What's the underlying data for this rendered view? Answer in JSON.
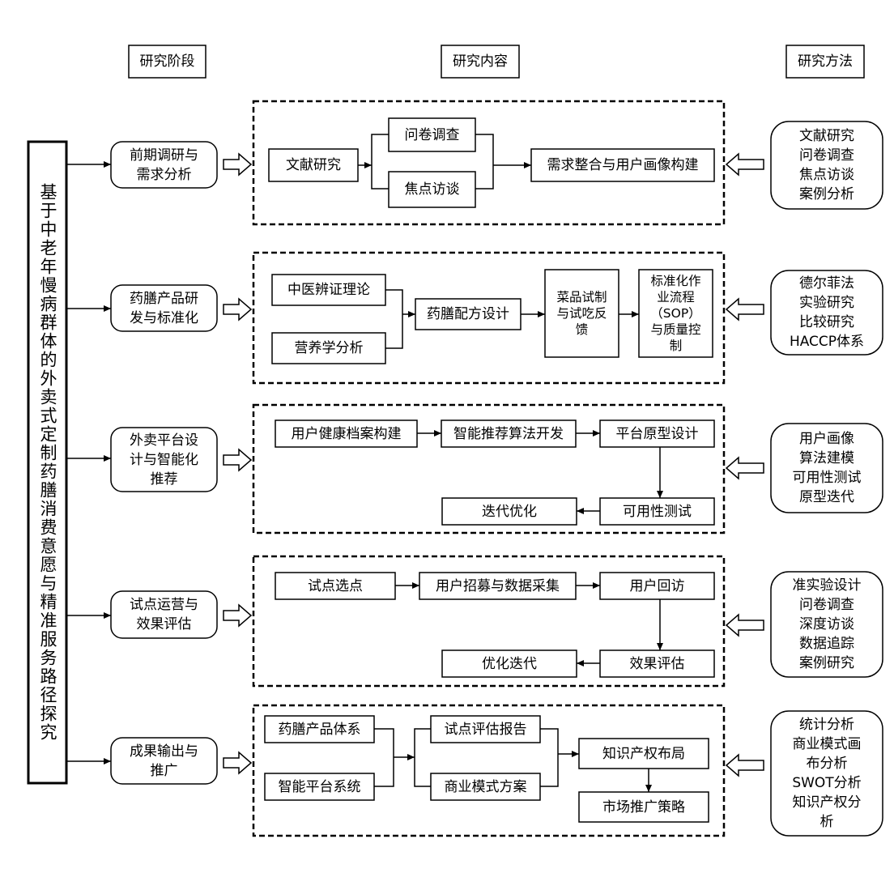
{
  "headers": {
    "stage": "研究阶段",
    "content": "研究内容",
    "method": "研究方法"
  },
  "title": "基于中老年慢病群体的外卖式定制药膳消费意愿与精准服务路径探究",
  "stages": [
    "前期调研与\n需求分析",
    "药膳产品研\n发与标准化",
    "外卖平台设\n计与智能化\n推荐",
    "试点运营与\n效果评估",
    "成果输出与\n推广"
  ],
  "methods": [
    "文献研究\n问卷调查\n焦点访谈\n案例分析",
    "德尔菲法\n实验研究\n比较研究\nHACCP体系",
    "用户画像\n算法建模\n可用性测试\n原型迭代",
    "准实验设计\n问卷调查\n深度访谈\n数据追踪\n案例研究",
    "统计分析\n商业模式画\n布分析\nSWOT分析\n知识产权分\n析"
  ],
  "phase1": {
    "literature": "文献研究",
    "survey": "问卷调查",
    "focus": "焦点访谈",
    "integration": "需求整合与用户画像构建"
  },
  "phase2": {
    "tcm": "中医辨证理论",
    "nutrition": "营养学分析",
    "formula": "药膳配方设计",
    "trial": "菜品试制\n与试吃反\n馈",
    "sop": "标准化作\n业流程\n（SOP）\n与质量控\n制"
  },
  "phase3": {
    "profile": "用户健康档案构建",
    "algorithm": "智能推荐算法开发",
    "prototype": "平台原型设计",
    "usability": "可用性测试",
    "iterate": "迭代优化"
  },
  "phase4": {
    "site": "试点选点",
    "recruit": "用户招募与数据采集",
    "revisit": "用户回访",
    "evaluate": "效果评估",
    "optimize": "优化迭代"
  },
  "phase5": {
    "products": "药膳产品体系",
    "platform": "智能平台系统",
    "report": "试点评估报告",
    "business": "商业模式方案",
    "ip": "知识产权布局",
    "marketing": "市场推广策略"
  }
}
